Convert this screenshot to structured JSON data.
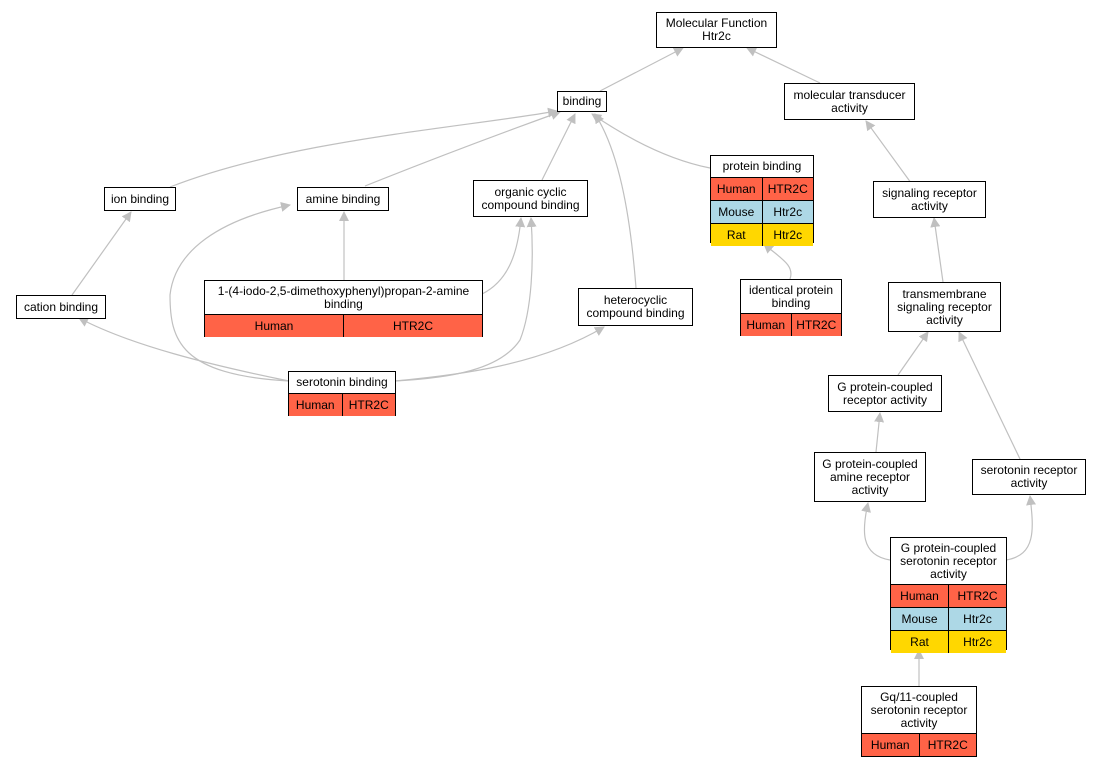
{
  "nodes": {
    "mf": {
      "label": "Molecular Function\nHtr2c"
    },
    "binding": {
      "label": "binding"
    },
    "mtransducer": {
      "label": "molecular transducer\nactivity"
    },
    "ion": {
      "label": "ion binding"
    },
    "amine": {
      "label": "amine binding"
    },
    "organic": {
      "label": "organic cyclic\ncompound binding"
    },
    "protein": {
      "label": "protein binding"
    },
    "signaling": {
      "label": "signaling receptor\nactivity"
    },
    "cation": {
      "label": "cation binding"
    },
    "iodo": {
      "label": "1-(4-iodo-2,5-dimethoxyphenyl)propan-2-amine\nbinding"
    },
    "hetero": {
      "label": "heterocyclic\ncompound binding"
    },
    "identical": {
      "label": "identical protein\nbinding"
    },
    "transmembrane": {
      "label": "transmembrane\nsignaling receptor\nactivity"
    },
    "serotonin_binding": {
      "label": "serotonin binding"
    },
    "gpcr": {
      "label": "G protein-coupled\nreceptor activity"
    },
    "gpcr_amine": {
      "label": "G protein-coupled\namine receptor\nactivity"
    },
    "sero_receptor": {
      "label": "serotonin receptor\nactivity"
    },
    "gpcr_sero": {
      "label": "G protein-coupled\nserotonin receptor\nactivity"
    },
    "gq": {
      "label": "Gq/11-coupled\nserotonin receptor\nactivity"
    }
  },
  "annotations": {
    "human": {
      "species": "Human",
      "gene": "HTR2C"
    },
    "mouse": {
      "species": "Mouse",
      "gene": "Htr2c"
    },
    "rat": {
      "species": "Rat",
      "gene": "Htr2c"
    }
  },
  "colors": {
    "human": "#ff6347",
    "mouse": "#add8e6",
    "rat": "#ffd700",
    "edge": "#c0c0c0"
  }
}
